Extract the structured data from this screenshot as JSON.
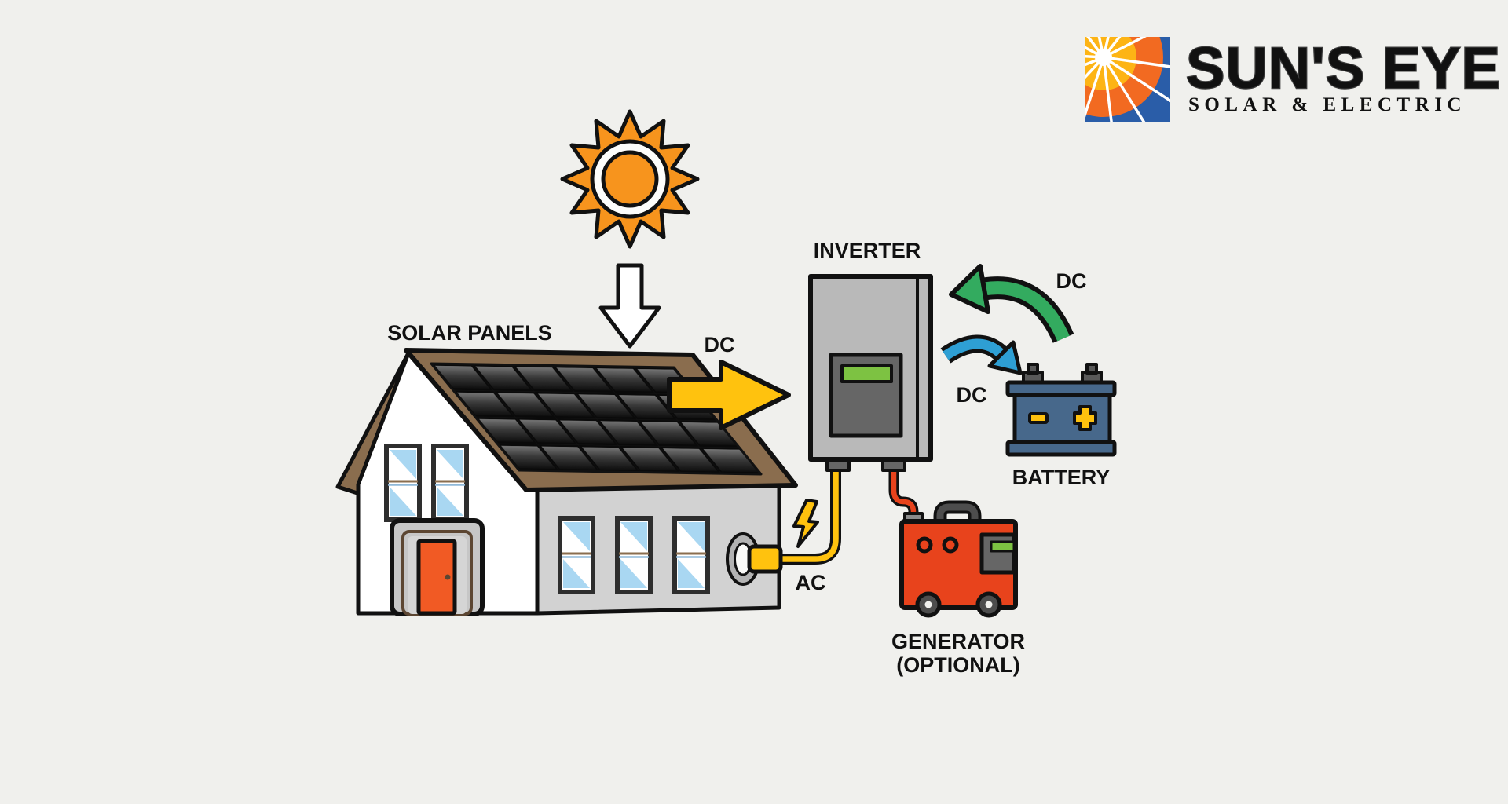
{
  "background_color": "#F0F0ED",
  "logo": {
    "title": "SUN'S EYE",
    "tagline": "SOLAR & ELECTRIC",
    "title_color": "#3B3B3B",
    "tagline_color": "#F26B21",
    "icon": {
      "blue": "#2A5DA8",
      "orange": "#F26A21",
      "yellow": "#FDB415"
    }
  },
  "labels": {
    "solar_panels": "SOLAR PANELS",
    "dc_panels": "DC",
    "inverter": "INVERTER",
    "dc_battery_to_inverter": "DC",
    "dc_inverter_to_battery": "DC",
    "battery": "BATTERY",
    "ac": "AC",
    "generator_line1": "GENERATOR",
    "generator_line2": "(OPTIONAL)"
  },
  "colors": {
    "outline": "#111111",
    "sun_orange": "#F7941D",
    "roof_brown": "#8A6D4E",
    "wall_white": "#FFFFFF",
    "wall_gray": "#D2D2D2",
    "window_blue": "#A9D7F2",
    "door_orange": "#F15A24",
    "energy_yellow": "#FFC20E",
    "arrow_green": "#33AB5F",
    "arrow_blue": "#2E9FD4",
    "battery_blue": "#47688B",
    "generator_red": "#E8431C",
    "screen_green": "#7DC242",
    "inverter_gray": "#B9B9B9"
  },
  "flows": [
    {
      "from": "sun",
      "to": "solar-panels",
      "label": ""
    },
    {
      "from": "solar-panels",
      "to": "inverter",
      "label": "DC"
    },
    {
      "from": "battery",
      "to": "inverter",
      "label": "DC"
    },
    {
      "from": "inverter",
      "to": "battery",
      "label": "DC"
    },
    {
      "from": "inverter",
      "to": "house-outlet",
      "label": "AC"
    },
    {
      "from": "generator",
      "to": "inverter",
      "label": "(OPTIONAL)"
    }
  ]
}
